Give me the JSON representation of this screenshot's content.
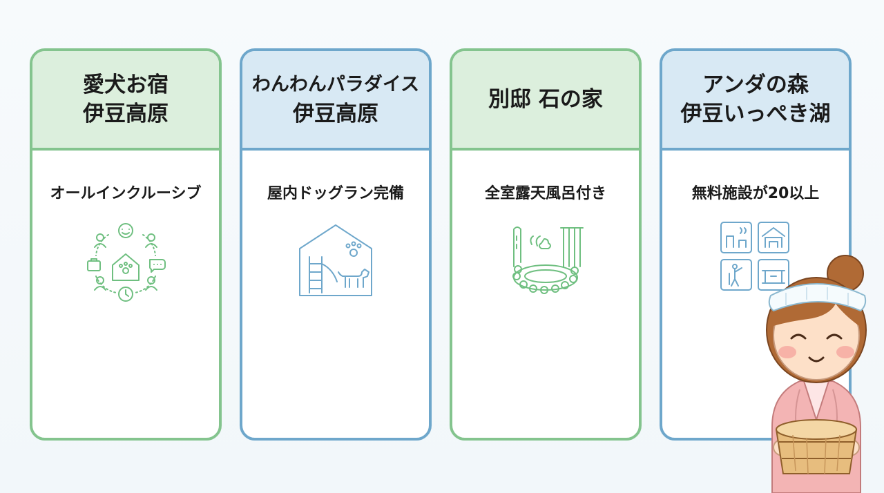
{
  "cards": [
    {
      "title_line1": "愛犬お宿",
      "title_line2": "伊豆高原",
      "feature": "オールインクルーシブ",
      "icon": "all-inclusive-icon"
    },
    {
      "title_line1": "わんわんパラダイス",
      "title_line2": "伊豆高原",
      "feature": "屋内ドッグラン完備",
      "icon": "dog-run-icon"
    },
    {
      "title_line1": "別邸 石の家",
      "title_line2": "",
      "feature": "全室露天風呂付き",
      "icon": "hot-spring-icon"
    },
    {
      "title_line1": "アンダの森",
      "title_line2": "伊豆いっぺき湖",
      "feature": "無料施設が20以上",
      "icon": "facilities-icon"
    }
  ],
  "colors": {
    "green": "#84c48e",
    "blue": "#6ea7cb",
    "green_bg": "#dcefdd",
    "blue_bg": "#d8e9f4"
  },
  "illustration": "onsen-girl-illustration"
}
